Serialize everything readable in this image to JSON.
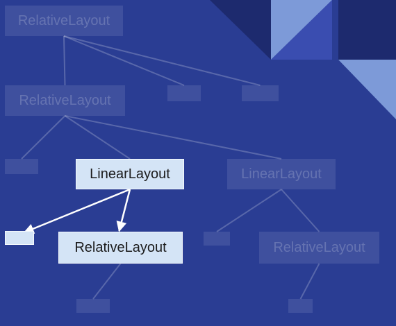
{
  "colors": {
    "background": "#2a3d93",
    "active_node": "#d4e4f6",
    "active_text": "#1c1c1c",
    "dim_node": "rgba(255,255,255,0.10)",
    "dim_text": "rgba(255,255,255,0.20)",
    "corner_dark": "#1d2a6e",
    "corner_mid": "#3a4db0",
    "corner_light": "#7d9ad8"
  },
  "diagram": {
    "nodes": {
      "root": {
        "label": "RelativeLayout",
        "state": "dim"
      },
      "level1_relative": {
        "label": "RelativeLayout",
        "state": "dim"
      },
      "level1_box_a": {
        "label": "",
        "state": "dim"
      },
      "level1_box_b": {
        "label": "",
        "state": "dim"
      },
      "level2_box_left": {
        "label": "",
        "state": "dim"
      },
      "level2_linear_active": {
        "label": "LinearLayout",
        "state": "active"
      },
      "level2_linear_dim": {
        "label": "LinearLayout",
        "state": "dim"
      },
      "level3_box_active": {
        "label": "",
        "state": "active"
      },
      "level3_relative_active": {
        "label": "RelativeLayout",
        "state": "active"
      },
      "level3_box_mid": {
        "label": "",
        "state": "dim"
      },
      "level3_relative_dim": {
        "label": "RelativeLayout",
        "state": "dim"
      },
      "level4_box_left": {
        "label": "",
        "state": "dim"
      },
      "level4_box_right": {
        "label": "",
        "state": "dim"
      }
    },
    "edges": [
      {
        "from": "root",
        "to": "level1_relative",
        "state": "dim"
      },
      {
        "from": "root",
        "to": "level1_box_a",
        "state": "dim"
      },
      {
        "from": "root",
        "to": "level1_box_b",
        "state": "dim"
      },
      {
        "from": "level1_relative",
        "to": "level2_box_left",
        "state": "dim"
      },
      {
        "from": "level1_relative",
        "to": "level2_linear_active",
        "state": "dim"
      },
      {
        "from": "level1_relative",
        "to": "level2_linear_dim",
        "state": "dim"
      },
      {
        "from": "level2_linear_active",
        "to": "level3_box_active",
        "state": "active"
      },
      {
        "from": "level2_linear_active",
        "to": "level3_relative_active",
        "state": "active"
      },
      {
        "from": "level2_linear_dim",
        "to": "level3_box_mid",
        "state": "dim"
      },
      {
        "from": "level2_linear_dim",
        "to": "level3_relative_dim",
        "state": "dim"
      },
      {
        "from": "level3_relative_active",
        "to": "level4_box_left",
        "state": "dim"
      },
      {
        "from": "level3_relative_dim",
        "to": "level4_box_right",
        "state": "dim"
      }
    ]
  }
}
